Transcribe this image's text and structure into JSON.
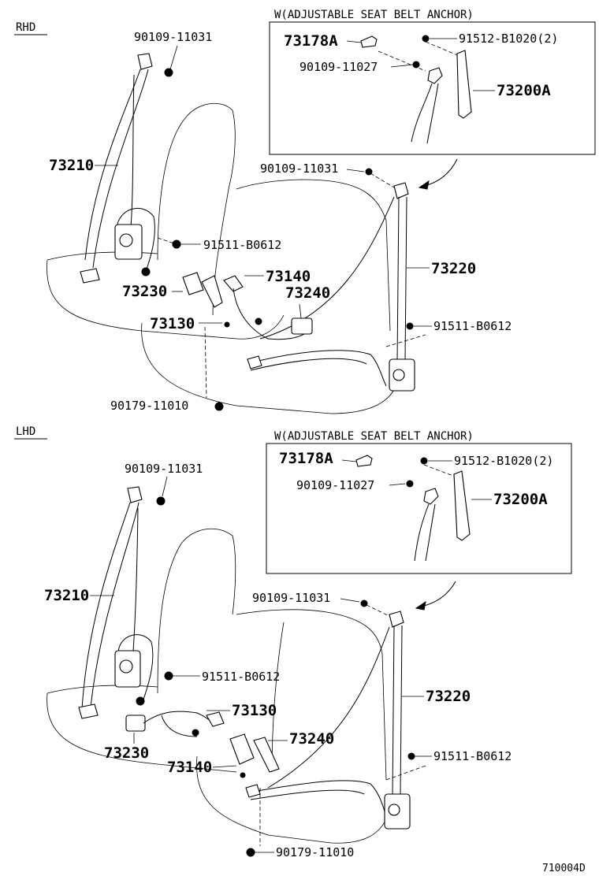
{
  "sections": {
    "rhd": "RHD",
    "lhd": "LHD"
  },
  "top": {
    "box_title": "W(ADJUSTABLE SEAT BELT ANCHOR)",
    "box_labels": {
      "p73178a": "73178A",
      "p91512": "91512-B1020(2)",
      "p90109_11027": "90109-11027",
      "p73200a": "73200A"
    },
    "labels": {
      "p90109_11031_a": "90109-11031",
      "p73210": "73210",
      "p90109_11031_b": "90109-11031",
      "p91511_a": "91511-B0612",
      "p73220": "73220",
      "p73140": "73140",
      "p73230": "73230",
      "p73240": "73240",
      "p73130": "73130",
      "p91511_b": "91511-B0612",
      "p90179": "90179-11010"
    }
  },
  "bottom": {
    "box_title": "W(ADJUSTABLE SEAT BELT ANCHOR)",
    "box_labels": {
      "p73178a": "73178A",
      "p91512": "91512-B1020(2)",
      "p90109_11027": "90109-11027",
      "p73200a": "73200A"
    },
    "labels": {
      "p90109_11031_a": "90109-11031",
      "p73210": "73210",
      "p90109_11031_b": "90109-11031",
      "p91511_a": "91511-B0612",
      "p73130": "73130",
      "p73220": "73220",
      "p73240": "73240",
      "p73230": "73230",
      "p73140": "73140",
      "p91511_b": "91511-B0612",
      "p90179": "90179-11010"
    }
  },
  "footer": {
    "code": "710004D"
  }
}
